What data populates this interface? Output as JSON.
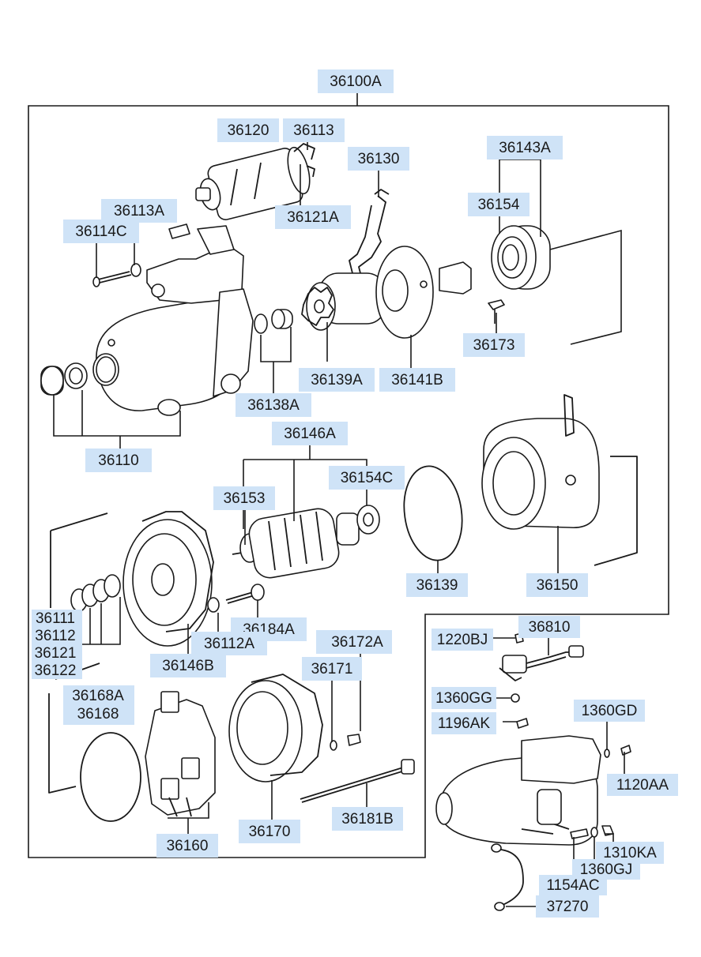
{
  "labels": [
    {
      "id": "36100A",
      "text": "36100A"
    },
    {
      "id": "36120",
      "text": "36120"
    },
    {
      "id": "36113",
      "text": "36113"
    },
    {
      "id": "36130",
      "text": "36130"
    },
    {
      "id": "36143A",
      "text": "36143A"
    },
    {
      "id": "36113A",
      "text": "36113A"
    },
    {
      "id": "36121A",
      "text": "36121A"
    },
    {
      "id": "36154",
      "text": "36154"
    },
    {
      "id": "36114C",
      "text": "36114C"
    },
    {
      "id": "36173",
      "text": "36173"
    },
    {
      "id": "36139A",
      "text": "36139A"
    },
    {
      "id": "36141B",
      "text": "36141B"
    },
    {
      "id": "36138A",
      "text": "36138A"
    },
    {
      "id": "36146A",
      "text": "36146A"
    },
    {
      "id": "36110",
      "text": "36110"
    },
    {
      "id": "36154C",
      "text": "36154C"
    },
    {
      "id": "36153",
      "text": "36153"
    },
    {
      "id": "36139",
      "text": "36139"
    },
    {
      "id": "36150",
      "text": "36150"
    },
    {
      "id": "36111",
      "text": "36111"
    },
    {
      "id": "36184A",
      "text": "36184A"
    },
    {
      "id": "36810",
      "text": "36810"
    },
    {
      "id": "36112",
      "text": "36112"
    },
    {
      "id": "36112A",
      "text": "36112A"
    },
    {
      "id": "1220BJ",
      "text": "1220BJ"
    },
    {
      "id": "36172A",
      "text": "36172A"
    },
    {
      "id": "36121",
      "text": "36121"
    },
    {
      "id": "36146B",
      "text": "36146B"
    },
    {
      "id": "36122",
      "text": "36122"
    },
    {
      "id": "36171",
      "text": "36171"
    },
    {
      "id": "36168A",
      "text": "36168A"
    },
    {
      "id": "1360GG",
      "text": "1360GG"
    },
    {
      "id": "36168",
      "text": "36168"
    },
    {
      "id": "1360GD",
      "text": "1360GD"
    },
    {
      "id": "1196AK",
      "text": "1196AK"
    },
    {
      "id": "1120AA",
      "text": "1120AA"
    },
    {
      "id": "36181B",
      "text": "36181B"
    },
    {
      "id": "36170",
      "text": "36170"
    },
    {
      "id": "36160",
      "text": "36160"
    },
    {
      "id": "1310KA",
      "text": "1310KA"
    },
    {
      "id": "1360GJ",
      "text": "1360GJ"
    },
    {
      "id": "1154AC",
      "text": "1154AC"
    },
    {
      "id": "37270",
      "text": "37270"
    }
  ],
  "colors": {
    "label_highlight": "#cfe3f7",
    "line": "#1a1a1a",
    "background": "#ffffff"
  }
}
